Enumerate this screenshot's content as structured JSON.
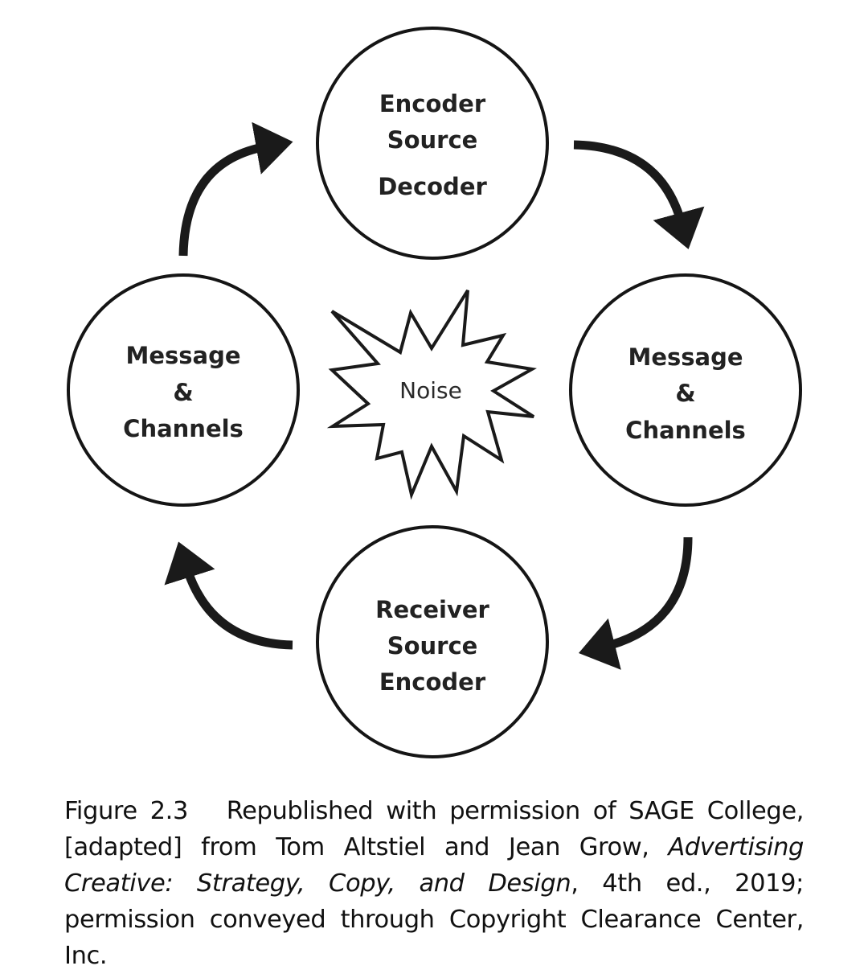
{
  "diagram": {
    "nodes": {
      "top": {
        "lines": [
          "Encoder",
          "Source",
          "Decoder"
        ]
      },
      "right": {
        "lines": [
          "Message",
          "&",
          "Channels"
        ]
      },
      "bottom": {
        "lines": [
          "Receiver",
          "Source",
          "Encoder"
        ]
      },
      "left": {
        "lines": [
          "Message",
          "&",
          "Channels"
        ]
      }
    },
    "center": {
      "label": "Noise"
    },
    "arrows": [
      {
        "from": "top",
        "to": "right",
        "direction": "clockwise"
      },
      {
        "from": "right",
        "to": "bottom",
        "direction": "clockwise"
      },
      {
        "from": "bottom",
        "to": "left",
        "direction": "clockwise"
      },
      {
        "from": "left",
        "to": "top",
        "direction": "clockwise"
      }
    ]
  },
  "caption": {
    "figure_label": "Figure 2.3",
    "text_1": "Republished with permission of SAGE College, [adapted] from Tom Altstiel and Jean Grow, ",
    "italic_title": "Advertising Creative: Strategy, Copy, and Design",
    "text_2": ", 4th ed., 2019; permission conveyed through Copyright Clearance Center, Inc."
  }
}
